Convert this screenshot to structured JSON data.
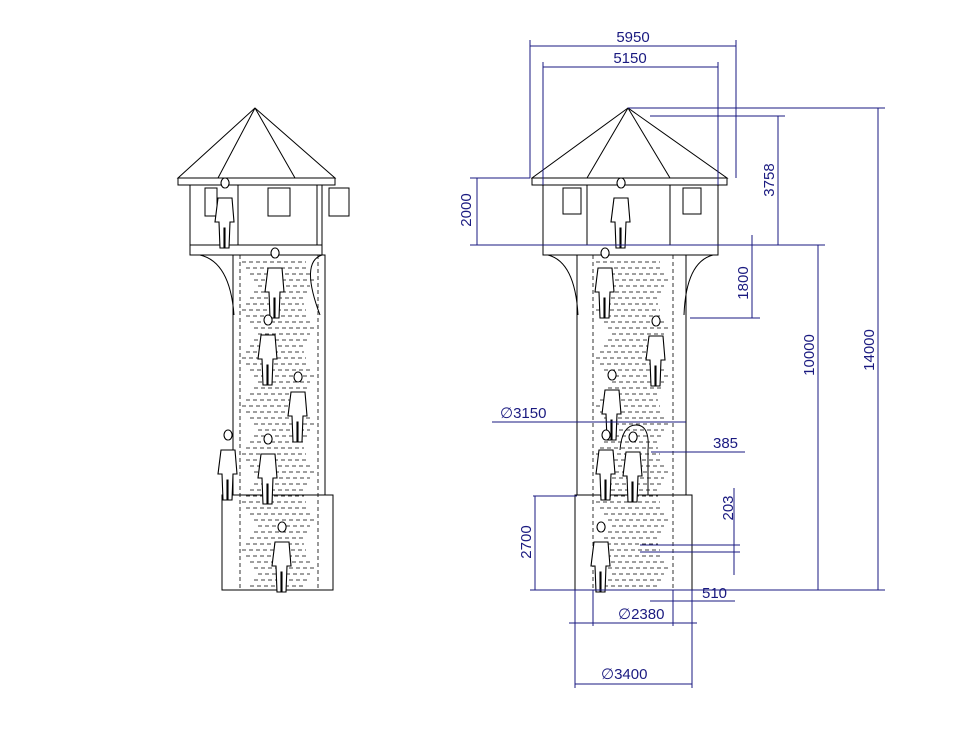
{
  "drawing": {
    "title": "Tower elevation and section with spiral staircase",
    "dimensions": {
      "top_width_outer": "5950",
      "top_width_inner": "5150",
      "roof_height": "3758",
      "total_height": "14000",
      "shaft_height": "10000",
      "cabin_height": "2000",
      "bracket_height": "1800",
      "shaft_diameter": "∅3150",
      "wall_thickness": "385",
      "step_rise": "203",
      "base_height": "2700",
      "base_offset": "510",
      "inner_diameter": "∅2380",
      "base_diameter": "∅3400"
    },
    "colors": {
      "dimension": "#1a1a80",
      "line": "#000000"
    }
  }
}
